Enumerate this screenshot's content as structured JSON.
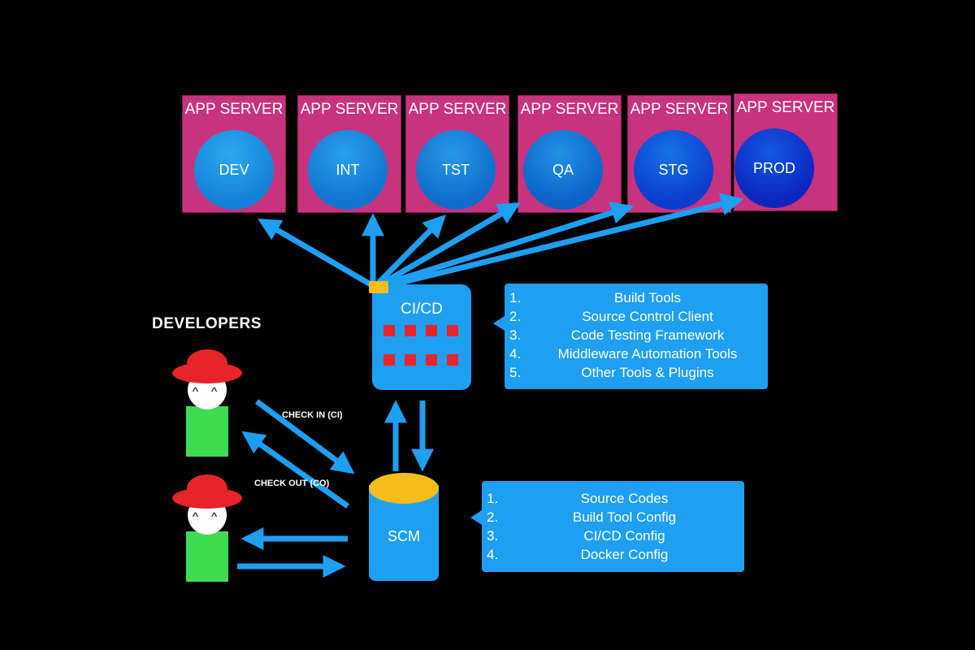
{
  "servers": [
    {
      "title": "APP SERVER",
      "env": "DEV"
    },
    {
      "title": "APP SERVER",
      "env": "INT"
    },
    {
      "title": "APP SERVER",
      "env": "TST"
    },
    {
      "title": "APP SERVER",
      "env": "QA"
    },
    {
      "title": "APP SERVER",
      "env": "STG"
    },
    {
      "title": "APP SERVER",
      "env": "PROD"
    }
  ],
  "cicd": {
    "label": "CI/CD",
    "tools": [
      {
        "num": "1.",
        "text": "Build Tools"
      },
      {
        "num": "2.",
        "text": "Source Control Client"
      },
      {
        "num": "3.",
        "text": "Code Testing Framework"
      },
      {
        "num": "4.",
        "text": "Middleware Automation Tools"
      },
      {
        "num": "5.",
        "text": "Other Tools & Plugins"
      }
    ]
  },
  "scm": {
    "label": "SCM",
    "contents": [
      {
        "num": "1.",
        "text": "Source Codes"
      },
      {
        "num": "2.",
        "text": "Build Tool Config"
      },
      {
        "num": "3.",
        "text": "CI/CD Config"
      },
      {
        "num": "4.",
        "text": "Docker Config"
      }
    ]
  },
  "developers": {
    "heading": "DEVELOPERS",
    "face": "^ ^"
  },
  "flows": {
    "check_in": "CHECK IN (CI)",
    "check_out": "CHECK OUT (CO)"
  },
  "colors": {
    "background": "#000000",
    "server": "#c7337f",
    "arrow": "#1e9ff2",
    "box": "#1e9ff2",
    "accent_yellow": "#f7bd1b",
    "led_red": "#e8242b",
    "hat_red": "#e8242b",
    "body_green": "#3ddc50"
  }
}
